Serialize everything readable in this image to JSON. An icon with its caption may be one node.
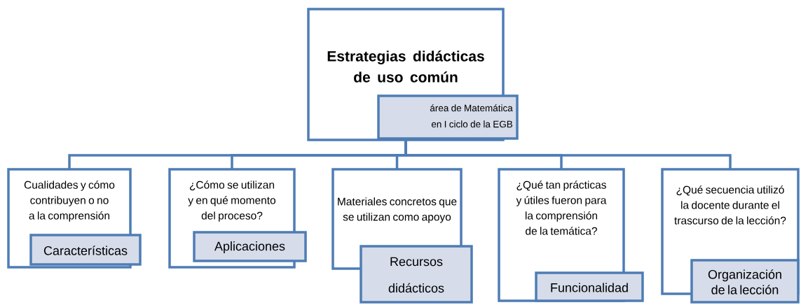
{
  "diagram": {
    "nodes": [
      {
        "text": [
          "Estrategias didácticas de uso común",
          "área de Matemática en I ciclo de la EGB"
        ]
      },
      {
        "text": [
          "Cualidades y cómo contribuyen  o no a la comprensión",
          "Características"
        ]
      },
      {
        "text": [
          "¿Cómo se utilizan y en qué momento del proceso?",
          "Aplicaciones"
        ]
      },
      {
        "text": [
          "Materiales concretos que se utilizan como apoyo",
          "Recursos didácticos"
        ]
      },
      {
        "text": [
          "¿Qué tan prácticas y útiles fueron para la comprensión de la temática?",
          "Funcionalidad"
        ]
      },
      {
        "text": [
          "¿Qué secuencia utilizó la docente durante el trascurso de la lección?",
          "Organización de la lección"
        ]
      }
    ],
    "edges": [
      {
        "from": 0,
        "to": 1,
        "arrow": "none"
      },
      {
        "from": 0,
        "to": 2,
        "arrow": "none"
      },
      {
        "from": 0,
        "to": 3,
        "arrow": "none"
      },
      {
        "from": 0,
        "to": 4,
        "arrow": "none"
      },
      {
        "from": 0,
        "to": 5,
        "arrow": "none"
      }
    ]
  }
}
